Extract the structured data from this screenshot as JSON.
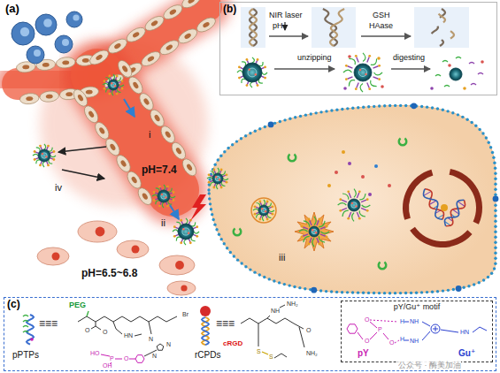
{
  "diagram": {
    "nodes": [
      {
        "text": [
          "(b)"
        ]
      },
      {
        "text": [
          "(c)"
        ]
      },
      {
        "text": [
          "pY/Gu⁺ motif"
        ],
        "in": 1
      }
    ],
    "labels": [
      "(a)",
      "pH=7.4",
      "i",
      "ii",
      "iii",
      "iv",
      "pH=6.5~6.8",
      "NIR laser",
      "pH",
      "GSH",
      "HAase",
      "unzipping",
      "digesting",
      "PEG",
      "≡≡≡",
      "pPTPs",
      "≡≡≡",
      "rCPDs",
      "cRGD",
      "pY",
      "Gu⁺",
      "公众号 · 酶美加油",
      "O",
      "O",
      "HN",
      "Br",
      "N",
      "N",
      "N",
      "O",
      "P",
      "HO",
      "OH",
      "NH₂",
      "NH",
      "S",
      "S",
      "O",
      "NH₂",
      "O",
      "P",
      "O",
      "O",
      "H",
      "NH",
      "H",
      "NH",
      "HN"
    ]
  }
}
